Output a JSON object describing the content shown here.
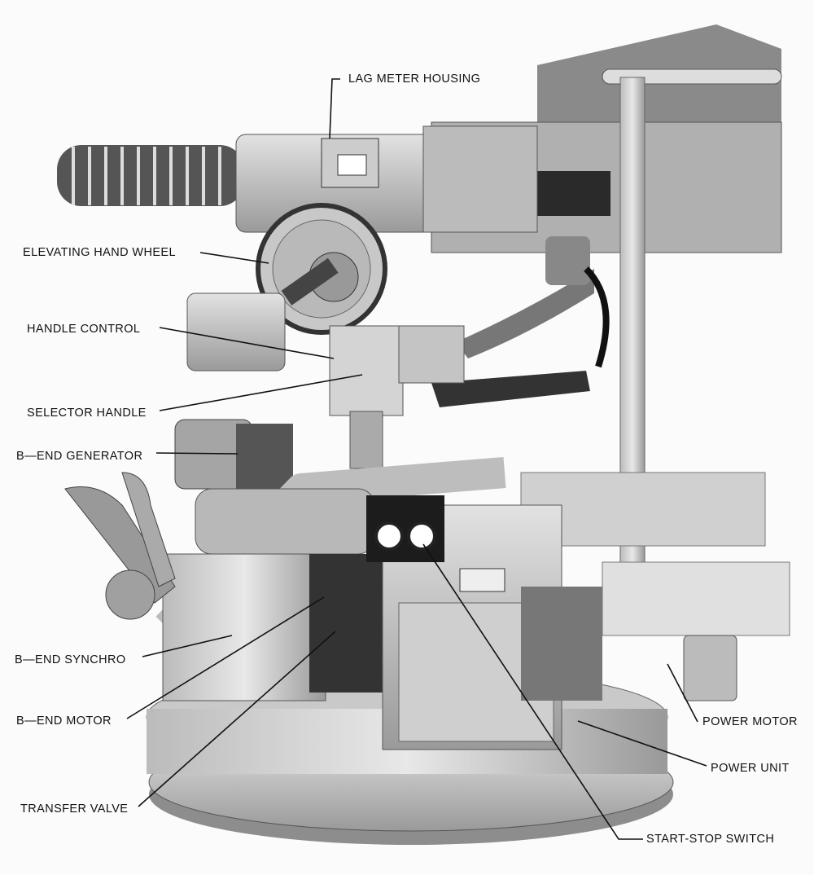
{
  "labels": {
    "lag_meter_housing": "LAG METER HOUSING",
    "elevating_hand_wheel": "ELEVATING HAND WHEEL",
    "handle_control": "HANDLE CONTROL",
    "selector_handle": "SELECTOR HANDLE",
    "b_end_generator": "B—END GENERATOR",
    "b_end_synchro": "B—END SYNCHRO",
    "b_end_motor": "B—END MOTOR",
    "transfer_valve": "TRANSFER VALVE",
    "power_motor": "POWER MOTOR",
    "power_unit": "POWER UNIT",
    "start_stop_switch": "START-STOP SWITCH"
  },
  "colors": {
    "metal_light": "#d6d6d6",
    "metal_mid": "#a9a9a9",
    "metal_dark": "#4a4a4a",
    "ink": "#111111"
  }
}
